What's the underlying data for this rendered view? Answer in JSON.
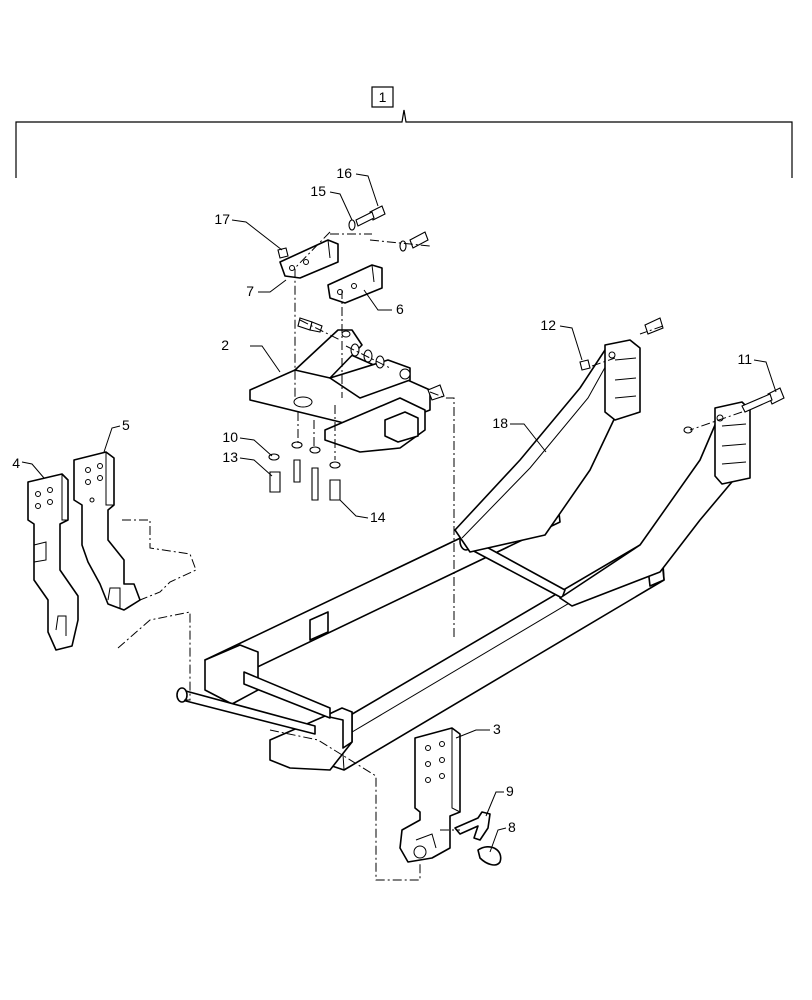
{
  "assembly": {
    "label": "1"
  },
  "callouts": {
    "c2": "2",
    "c3": "3",
    "c4": "4",
    "c5": "5",
    "c6": "6",
    "c7": "7",
    "c8": "8",
    "c9": "9",
    "c10": "10",
    "c11": "11",
    "c12": "12",
    "c13": "13",
    "c14": "14",
    "c15": "15",
    "c16": "16",
    "c17": "17",
    "c18": "18"
  }
}
